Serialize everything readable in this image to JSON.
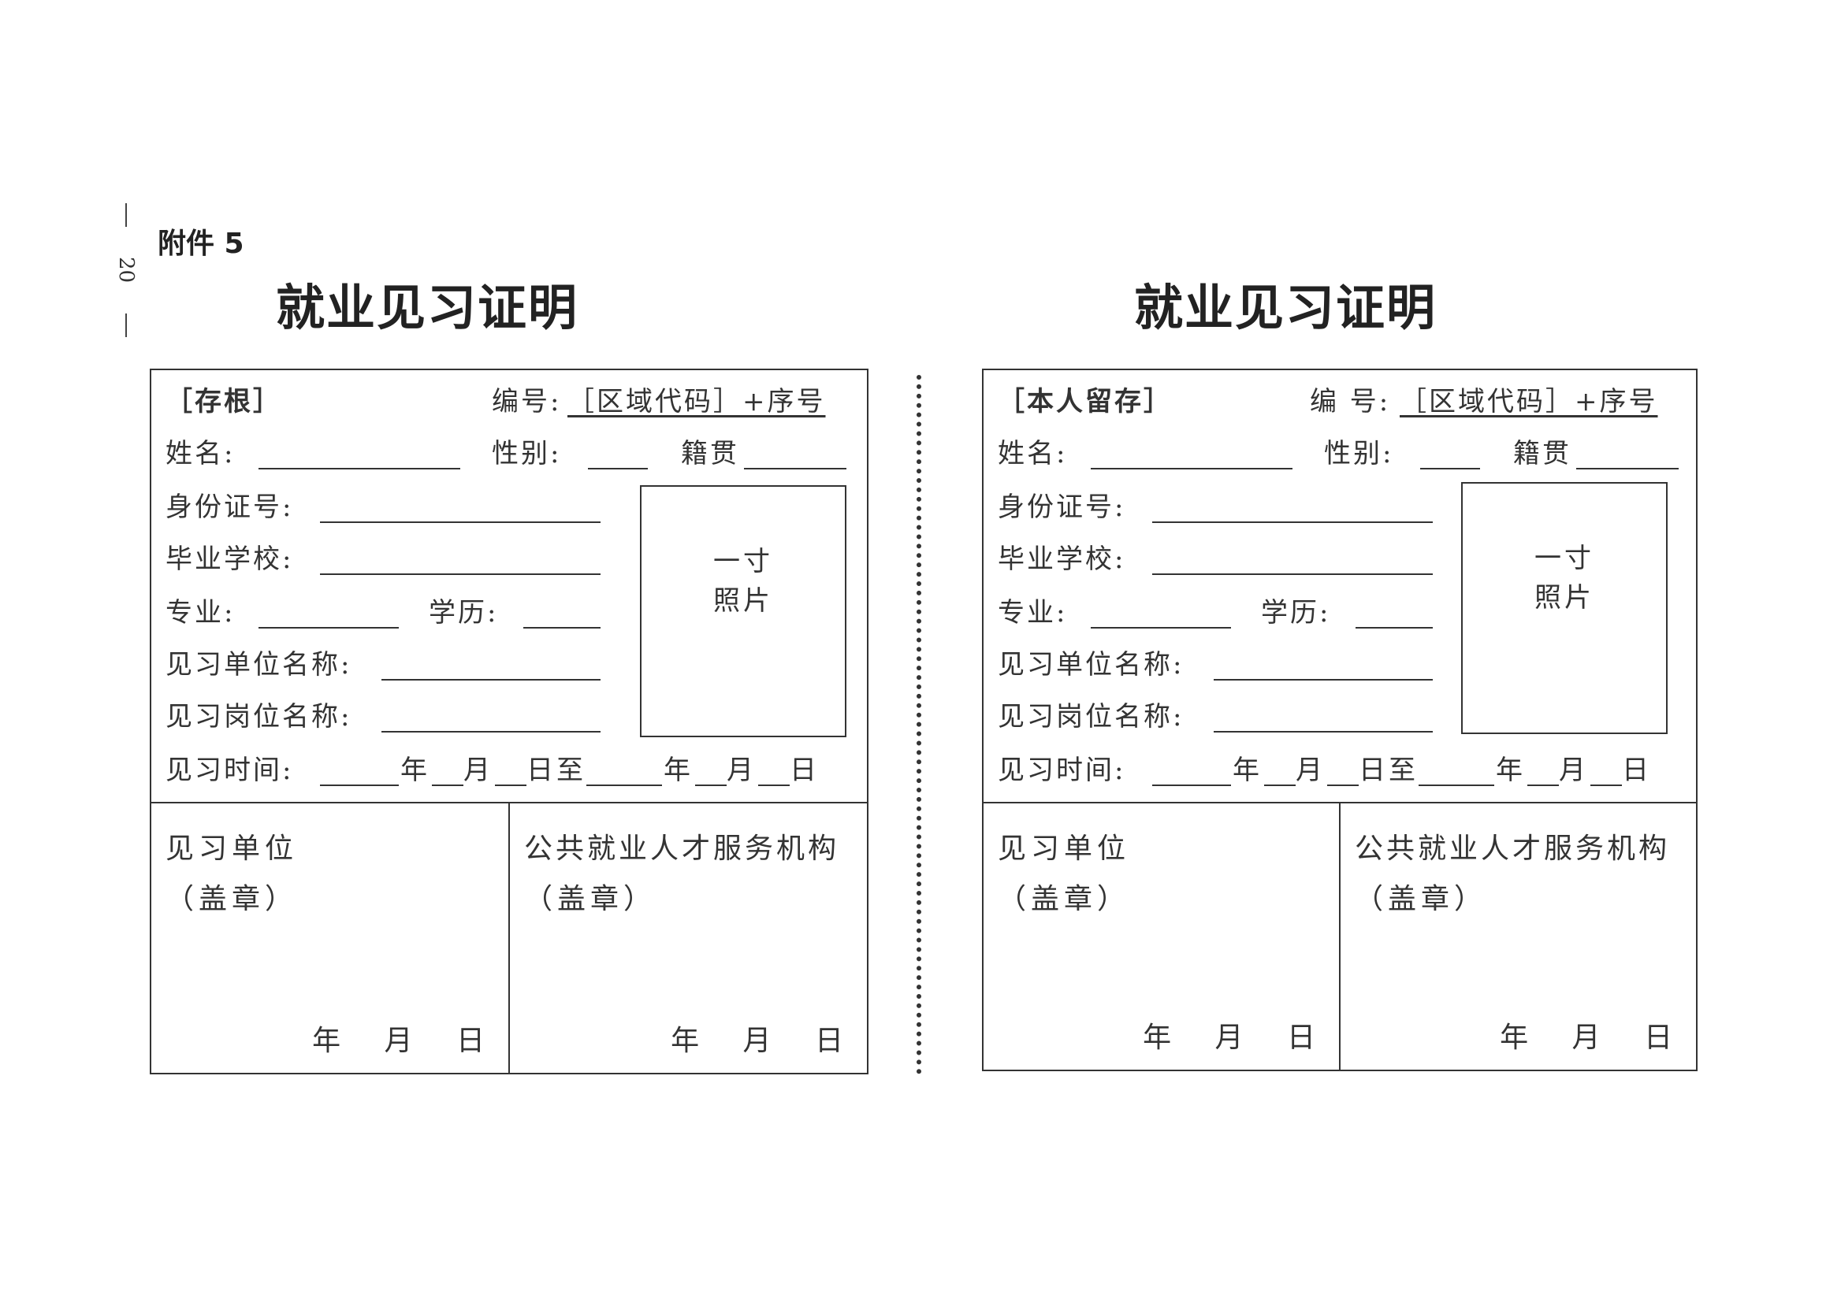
{
  "page_number": "20",
  "attachment_label": "附件 5",
  "title": "就业见习证明",
  "forms": [
    {
      "tag": "［存根］",
      "number_label": "编号:",
      "number_value": "［区域代码］+序号",
      "name_label": "姓名:",
      "gender_label": "性别:",
      "origin_label": "籍贯",
      "id_label": "身份证号:",
      "school_label": "毕业学校:",
      "major_label": "专业:",
      "education_label": "学历:",
      "unit_label": "见习单位名称:",
      "post_label": "见习岗位名称:",
      "period_label": "见习时间:",
      "year": "年",
      "month": "月",
      "day": "日",
      "to": "至",
      "photo_line1": "一寸",
      "photo_line2": "照片",
      "cell1_title": "见习单位",
      "cell2_title": "公共就业人才服务机构",
      "stamp": "（盖章）",
      "date_line": "年 月 日"
    },
    {
      "tag": "［本人留存］",
      "number_label": "编 号:",
      "number_value": "［区域代码］+序号",
      "name_label": "姓名:",
      "gender_label": "性别:",
      "origin_label": "籍贯",
      "id_label": "身份证号:",
      "school_label": "毕业学校:",
      "major_label": "专业:",
      "education_label": "学历:",
      "unit_label": "见习单位名称:",
      "post_label": "见习岗位名称:",
      "period_label": "见习时间:",
      "year": "年",
      "month": "月",
      "day": "日",
      "to": "至",
      "photo_line1": "一寸",
      "photo_line2": "照片",
      "cell1_title": "见习单位",
      "cell2_title": "公共就业人才服务机构",
      "stamp": "（盖章）",
      "date_line": "年 月 日"
    }
  ]
}
